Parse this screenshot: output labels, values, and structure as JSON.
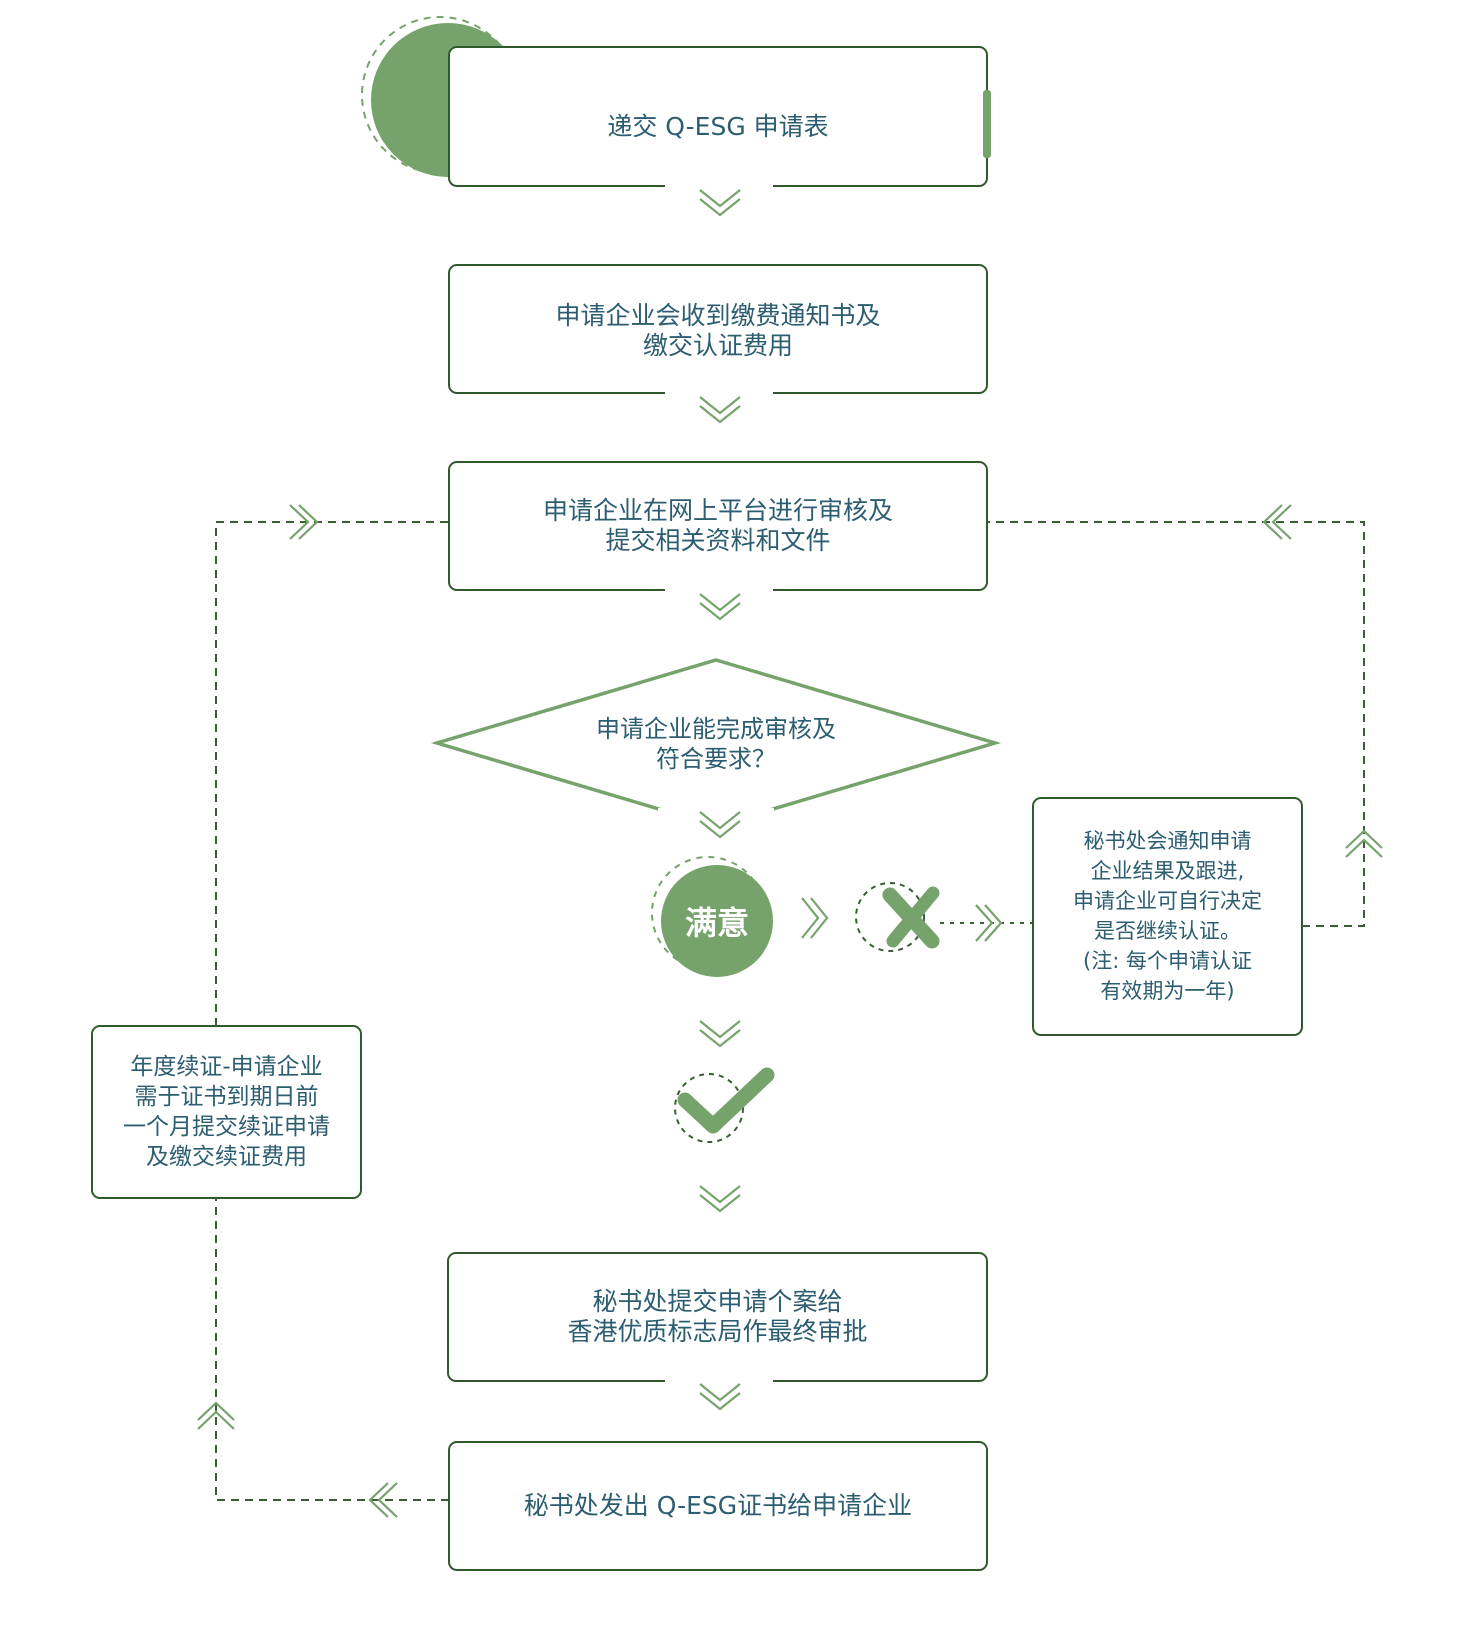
{
  "colors": {
    "box_border": "#2f5a2c",
    "accent": "#76a26b",
    "text": "#2c5d70",
    "dash": "#3a5f35"
  },
  "steps": {
    "submit_form": {
      "line1": "递交 Q-ESG 申请表"
    },
    "payment": {
      "line1": "申请企业会收到缴费通知书及",
      "line2": "缴交认证费用"
    },
    "online_review": {
      "line1": "申请企业在网上平台进行审核及",
      "line2": "提交相关资料和文件"
    },
    "final_approval": {
      "line1": "秘书处提交申请个案给",
      "line2": "香港优质标志局作最终审批"
    },
    "issue_certificate": {
      "line1": "秘书处发出 Q-ESG证书给申请企业"
    }
  },
  "decision": {
    "line1": "申请企业能完成审核及",
    "line2": "符合要求？"
  },
  "satisfied_label": "满意",
  "fail_note": {
    "line1": "秘书处会通知申请",
    "line2": "企业结果及跟进,",
    "line3": "申请企业可自行决定",
    "line4": "是否继续认证。",
    "line5": "(注: 每个申请认证",
    "line6": "有效期为一年)"
  },
  "renewal_note": {
    "line1": "年度续证-申请企业",
    "line2": "需于证书到期日前",
    "line3": "一个月提交续证申请",
    "line4": "及缴交续证费用"
  },
  "icons": {
    "satisfied": "satisfied-circle-icon",
    "fail": "cross-icon",
    "pass": "check-mark-icon",
    "arrow": "double-chevron-icon"
  }
}
